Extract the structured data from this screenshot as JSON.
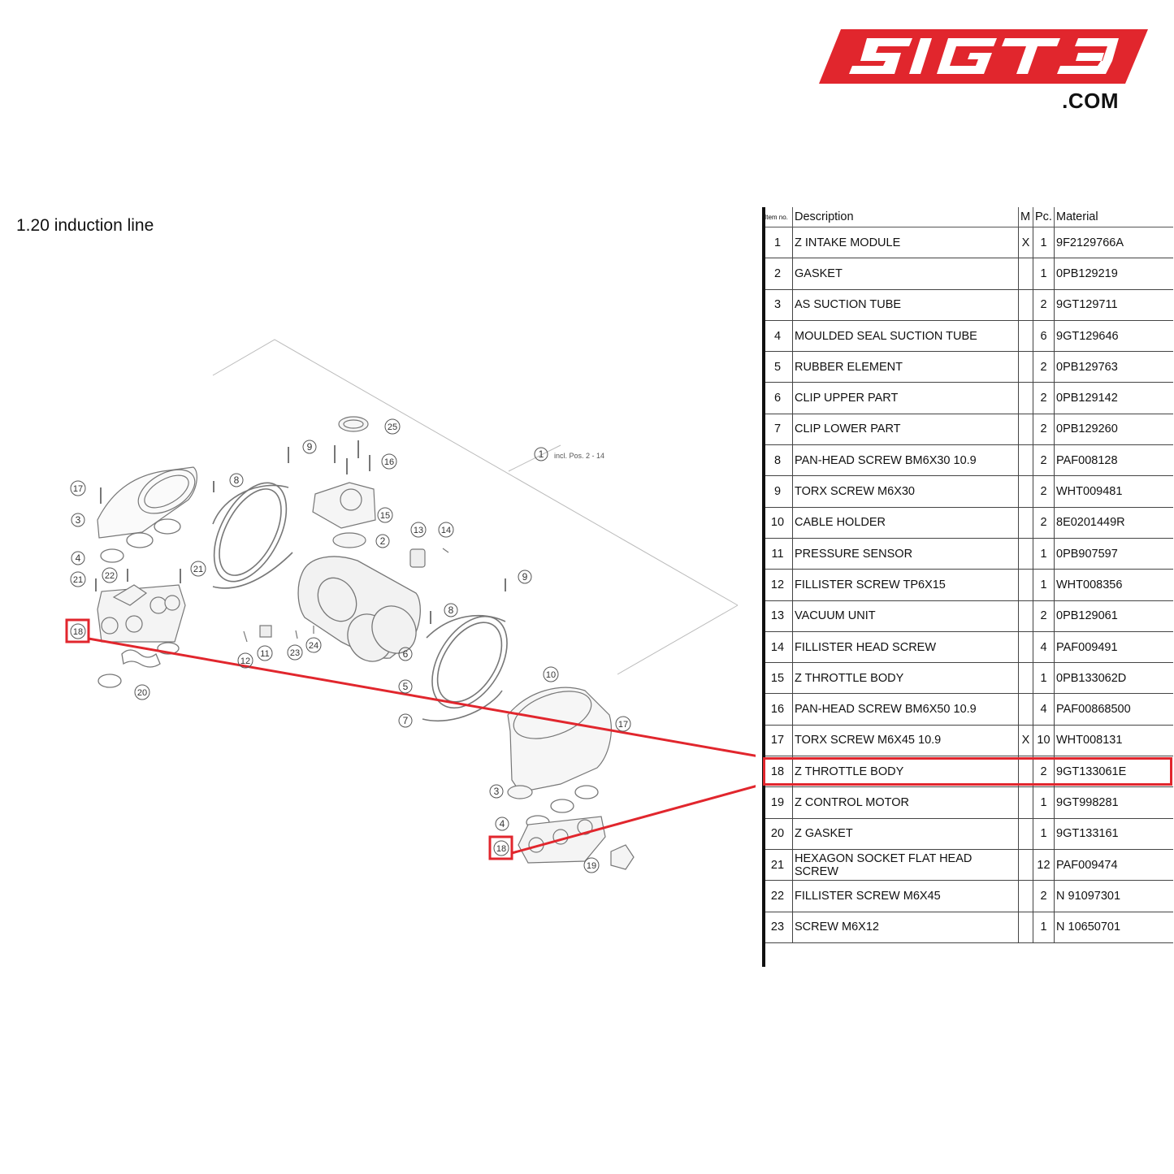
{
  "logo": {
    "brand": "5IGT3",
    "domain": ".COM",
    "brand_color": "#e1262d"
  },
  "section": {
    "title": "1.20  induction line"
  },
  "diagram": {
    "callout_note": "incl. Pos. 2 - 14",
    "highlight_color": "#e1262d",
    "highlighted_item": "18",
    "labels": {
      "l1": "1",
      "l2": "2",
      "l3a": "3",
      "l3b": "3",
      "l4a": "4",
      "l4b": "4",
      "l5": "5",
      "l6": "6",
      "l7": "7",
      "l8a": "8",
      "l8b": "8",
      "l9a": "9",
      "l9b": "9",
      "l10": "10",
      "l11": "11",
      "l12": "12",
      "l13": "13",
      "l14": "14",
      "l15": "15",
      "l16": "16",
      "l17a": "17",
      "l17b": "17",
      "l18a": "18",
      "l18b": "18",
      "l19": "19",
      "l20": "20",
      "l21a": "21",
      "l21b": "21",
      "l22": "22",
      "l23": "23",
      "l24": "24",
      "l25": "25"
    }
  },
  "table": {
    "headers": {
      "item": "Item no.",
      "description": "Description",
      "m": "M",
      "pc": "Pc.",
      "material": "Material"
    },
    "rows": [
      {
        "item": "1",
        "description": "Z INTAKE MODULE",
        "m": "X",
        "pc": "1",
        "material": "9F2129766A"
      },
      {
        "item": "2",
        "description": "GASKET",
        "m": "",
        "pc": "1",
        "material": "0PB129219"
      },
      {
        "item": "3",
        "description": "AS SUCTION TUBE",
        "m": "",
        "pc": "2",
        "material": "9GT129711"
      },
      {
        "item": "4",
        "description": "MOULDED SEAL SUCTION TUBE",
        "m": "",
        "pc": "6",
        "material": "9GT129646"
      },
      {
        "item": "5",
        "description": "RUBBER ELEMENT",
        "m": "",
        "pc": "2",
        "material": "0PB129763"
      },
      {
        "item": "6",
        "description": "CLIP UPPER PART",
        "m": "",
        "pc": "2",
        "material": "0PB129142"
      },
      {
        "item": "7",
        "description": "CLIP LOWER PART",
        "m": "",
        "pc": "2",
        "material": "0PB129260"
      },
      {
        "item": "8",
        "description": "PAN-HEAD SCREW BM6X30 10.9",
        "m": "",
        "pc": "2",
        "material": "PAF008128"
      },
      {
        "item": "9",
        "description": "TORX SCREW M6X30",
        "m": "",
        "pc": "2",
        "material": "WHT009481"
      },
      {
        "item": "10",
        "description": "CABLE HOLDER",
        "m": "",
        "pc": "2",
        "material": "8E0201449R"
      },
      {
        "item": "11",
        "description": "PRESSURE SENSOR",
        "m": "",
        "pc": "1",
        "material": "0PB907597"
      },
      {
        "item": "12",
        "description": "FILLISTER SCREW TP6X15",
        "m": "",
        "pc": "1",
        "material": "WHT008356"
      },
      {
        "item": "13",
        "description": "VACUUM UNIT",
        "m": "",
        "pc": "2",
        "material": "0PB129061"
      },
      {
        "item": "14",
        "description": "FILLISTER HEAD SCREW",
        "m": "",
        "pc": "4",
        "material": "PAF009491"
      },
      {
        "item": "15",
        "description": "Z THROTTLE BODY",
        "m": "",
        "pc": "1",
        "material": "0PB133062D"
      },
      {
        "item": "16",
        "description": "PAN-HEAD SCREW BM6X50 10.9",
        "m": "",
        "pc": "4",
        "material": "PAF00868500"
      },
      {
        "item": "17",
        "description": "TORX SCREW M6X45 10.9",
        "m": "X",
        "pc": "10",
        "material": "WHT008131"
      },
      {
        "item": "18",
        "description": "Z THROTTLE BODY",
        "m": "",
        "pc": "2",
        "material": "9GT133061E"
      },
      {
        "item": "19",
        "description": "Z CONTROL MOTOR",
        "m": "",
        "pc": "1",
        "material": "9GT998281"
      },
      {
        "item": "20",
        "description": "Z GASKET",
        "m": "",
        "pc": "1",
        "material": "9GT133161"
      },
      {
        "item": "21",
        "description": "HEXAGON SOCKET FLAT HEAD SCREW",
        "m": "",
        "pc": "12",
        "material": "PAF009474"
      },
      {
        "item": "22",
        "description": "FILLISTER SCREW M6X45",
        "m": "",
        "pc": "2",
        "material": "N 91097301"
      },
      {
        "item": "23",
        "description": "SCREW M6X12",
        "m": "",
        "pc": "1",
        "material": "N 10650701"
      }
    ]
  }
}
